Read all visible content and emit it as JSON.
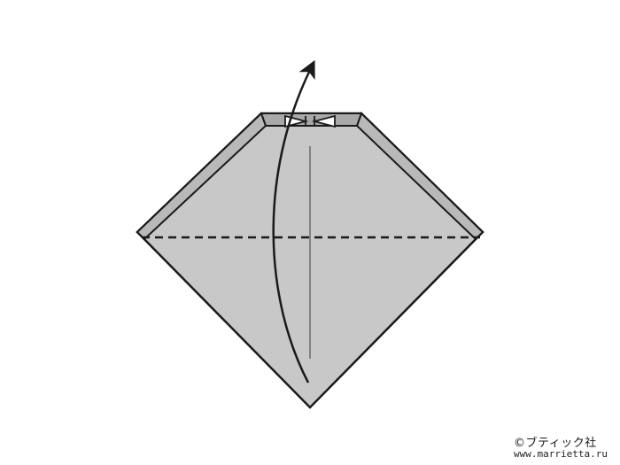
{
  "diagram": {
    "subject": "origami fold step",
    "paper_fill": "#c8c8c8",
    "flap_fill": "#a9a9a9",
    "outline_color": "#1a1a1a",
    "fold_line": "valley-fold-dashed-horizontal",
    "arrow_icon": "fold-up-arrow-icon"
  },
  "credit": {
    "publisher": "©ブティック社",
    "url": "www.marrietta.ru"
  }
}
